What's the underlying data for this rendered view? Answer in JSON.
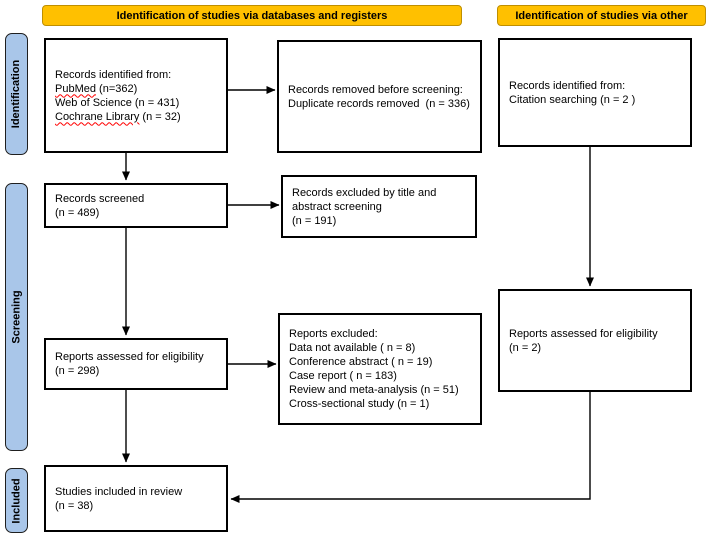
{
  "colors": {
    "header_bg": "#FFC000",
    "header_border": "#BF8F00",
    "stage_bg": "#A9C6E9",
    "stage_border": "#1f1f1f"
  },
  "headers": {
    "databases": "Identification of studies via databases and registers",
    "other": "Identification of studies via other"
  },
  "stages": {
    "identification": "Identification",
    "screening": "Screening",
    "included": "Included"
  },
  "boxes": {
    "records_identified": {
      "line1": "Records identified from:",
      "pubmed_name": "PubMed",
      "pubmed_rest": " (n=362)",
      "wos": "Web of Science (n = 431)",
      "cochrane_name": "Cochrane Library",
      "cochrane_rest": " (n = 32)"
    },
    "records_removed": {
      "lines": [
        "Records removed before screening:",
        "Duplicate records removed  (n = 336)"
      ]
    },
    "citation_identified": {
      "lines": [
        "Records identified from:",
        "Citation searching (n = 2 )"
      ]
    },
    "records_screened": {
      "lines": [
        "Records screened",
        "(n = 489)"
      ]
    },
    "records_excluded": {
      "lines": [
        "Records excluded by title and",
        "abstract screening",
        "(n = 191)"
      ]
    },
    "reports_assessed": {
      "lines": [
        "Reports assessed for eligibility",
        "(n = 298)"
      ]
    },
    "reports_excluded": {
      "lines": [
        "Reports excluded:",
        "Data not available ( n = 8)",
        "Conference abstract ( n = 19)",
        "Case report ( n = 183)",
        "Review and meta-analysis (n = 51)",
        "Cross-sectional study (n = 1)"
      ]
    },
    "citation_assessed": {
      "lines": [
        "Reports assessed for eligibility",
        "(n = 2)"
      ]
    },
    "studies_included": {
      "lines": [
        "Studies included in review",
        "(n = 38)"
      ]
    }
  }
}
